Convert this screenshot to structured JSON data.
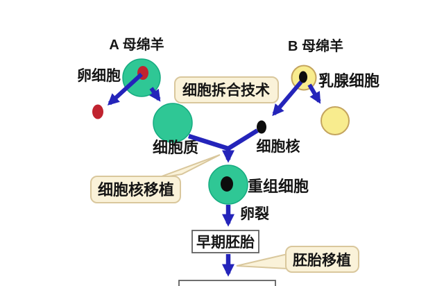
{
  "diagram": {
    "title_a": "A 母绵羊",
    "title_b": "B 母绵羊",
    "labels": {
      "egg_cell": "卵细胞",
      "mammary_cell": "乳腺细胞",
      "cytoplasm": "细胞质",
      "nucleus": "细胞核",
      "recombinant_cell": "重组细胞",
      "cleavage": "卵裂",
      "early_embryo": "早期胚胎"
    },
    "callouts": {
      "cell_reassembly": "细胞拆合技术",
      "nuclear_transfer": "细胞核移植",
      "embryo_transfer": "胚胎移植"
    },
    "colors": {
      "cell_green": "#2fc795",
      "cell_green_edge": "#15ab80",
      "cell_yellow": "#f8ec8e",
      "cell_yellow_edge": "#c4a45e",
      "nucleus_red": "#c0232f",
      "nucleus_black": "#0d0d0d",
      "arrow_blue": "#2424ba",
      "callout_fill": "#faf2d9",
      "callout_border": "#d9c79c",
      "plain_box_border": "#5f5f5f",
      "text": "#151515",
      "background": "#ffffff"
    }
  }
}
